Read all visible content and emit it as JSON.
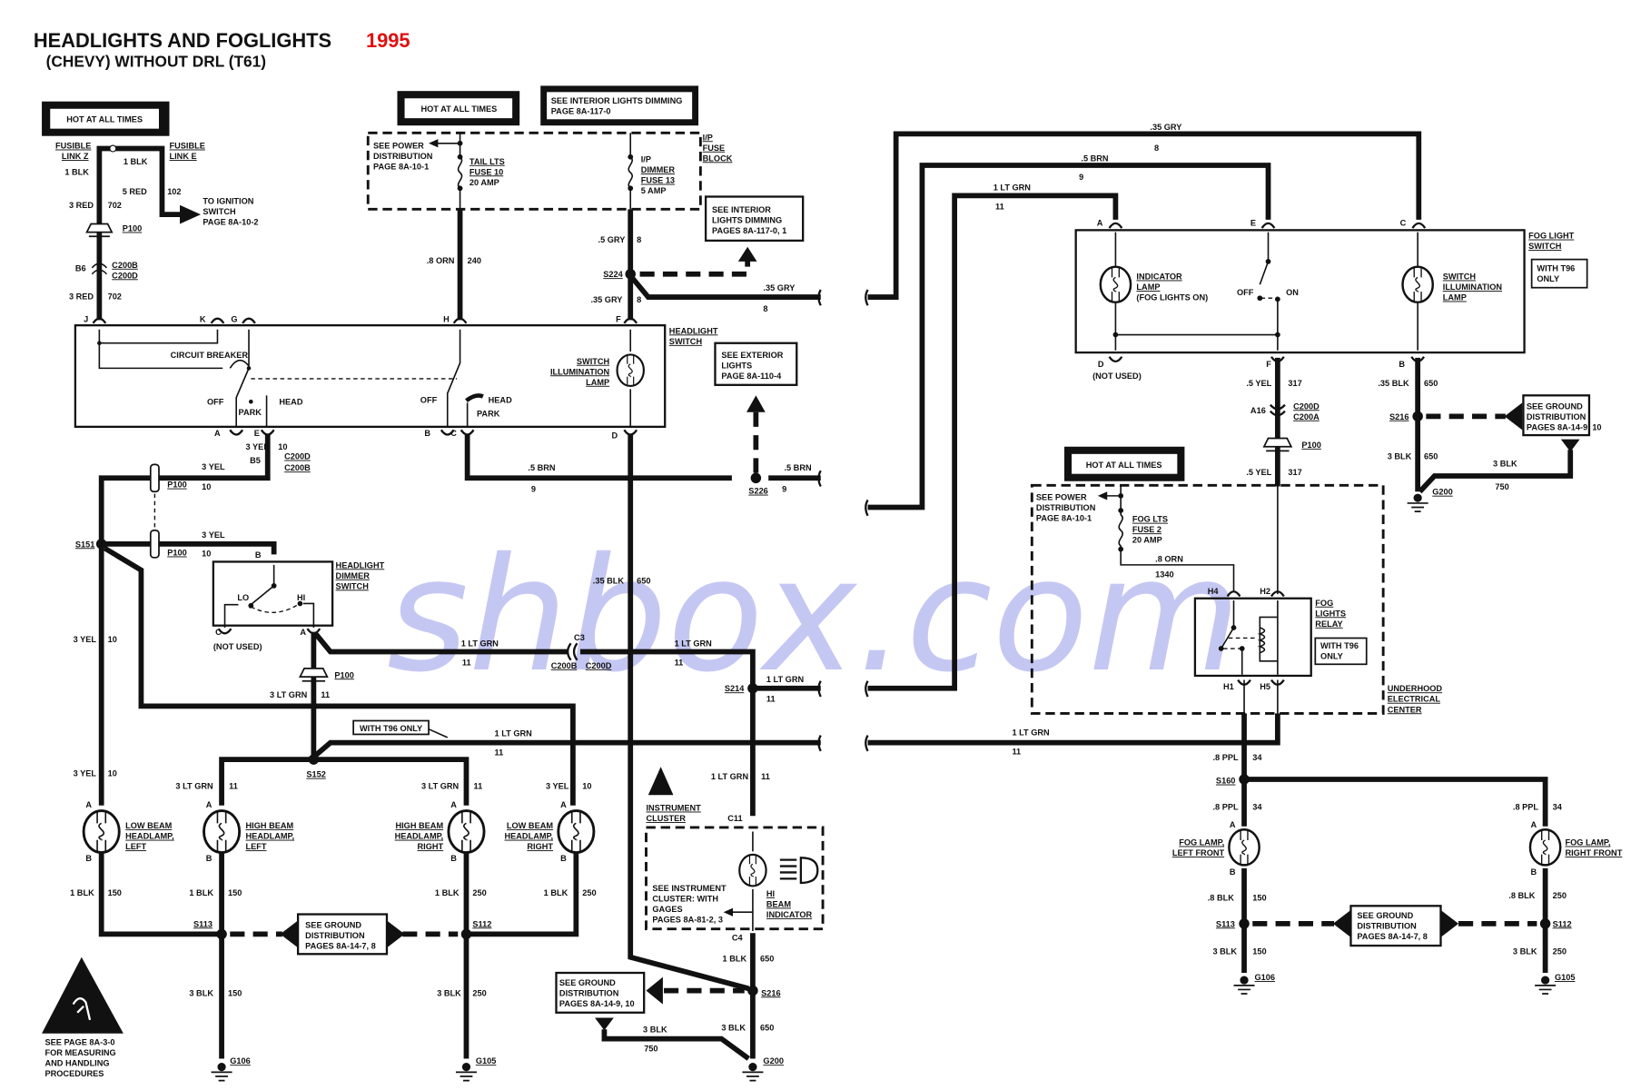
{
  "header": {
    "title": "HEADLIGHTS AND FOGLIGHTS",
    "year": "1995",
    "subtitle": "(CHEVY) WITHOUT DRL (T61)",
    "year_color": "#e01010"
  },
  "notes": {
    "hot": "HOT AT ALL TIMES",
    "int_dim_top": [
      "SEE INTERIOR LIGHTS DIMMING",
      "PAGE 8A-117-0"
    ],
    "int_dim": [
      "SEE INTERIOR",
      "LIGHTS DIMMING",
      "PAGES 8A-117-0, 1"
    ],
    "power_dist": [
      "SEE POWER",
      "DISTRIBUTION",
      "PAGE 8A-10-1"
    ],
    "ext_lights": [
      "SEE EXTERIOR",
      "LIGHTS",
      "PAGE 8A-110-4"
    ],
    "ign": [
      "TO IGNITION",
      "SWITCH",
      "PAGE 8A-10-2"
    ],
    "gnd_7_8": [
      "SEE GROUND",
      "DISTRIBUTION",
      "PAGES 8A-14-7, 8"
    ],
    "gnd_9_10": [
      "SEE GROUND",
      "DISTRIBUTION",
      "PAGES 8A-14-9, 10"
    ],
    "with_t96": "WITH T96 ONLY",
    "with_t96_2": [
      "WITH T96",
      "ONLY"
    ],
    "ic_ref": [
      "SEE INSTRUMENT",
      "CLUSTER: WITH",
      "GAGES",
      "PAGES 8A-81-2, 3"
    ],
    "esd": [
      "SEE PAGE 8A-3-0",
      "FOR MEASURING",
      "AND HANDLING",
      "PROCEDURES"
    ],
    "not_used": "(NOT USED)"
  },
  "components": {
    "fl_z": [
      "FUSIBLE",
      "LINK Z"
    ],
    "fl_e": [
      "FUSIBLE",
      "LINK E"
    ],
    "tail_fuse": [
      "TAIL LTS",
      "FUSE 10",
      "20 AMP"
    ],
    "dim_fuse": [
      "I/P",
      "DIMMER",
      "FUSE 13",
      "5 AMP"
    ],
    "fuse_block": [
      "I/P",
      "FUSE",
      "BLOCK"
    ],
    "hl_switch": [
      "HEADLIGHT",
      "SWITCH"
    ],
    "cb": "CIRCUIT BREAKER",
    "sw_illum": [
      "SWITCH",
      "ILLUMINATION",
      "LAMP"
    ],
    "off": "OFF",
    "park": "PARK",
    "head": "HEAD",
    "on": "ON",
    "lo": "LO",
    "hi": "HI",
    "dimmer": [
      "HEADLIGHT",
      "DIMMER",
      "SWITCH"
    ],
    "lbl": [
      "LOW BEAM",
      "HEADLAMP,",
      "LEFT"
    ],
    "hbl": [
      "HIGH BEAM",
      "HEADLAMP,",
      "LEFT"
    ],
    "hbr": [
      "HIGH BEAM",
      "HEADLAMP,",
      "RIGHT"
    ],
    "lbr": [
      "LOW BEAM",
      "HEADLAMP,",
      "RIGHT"
    ],
    "ic": [
      "INSTRUMENT",
      "CLUSTER"
    ],
    "hbi": [
      "HI",
      "BEAM",
      "INDICATOR"
    ],
    "fog_sw": [
      "FOG LIGHT",
      "SWITCH"
    ],
    "ind": [
      "INDICATOR",
      "LAMP",
      "(FOG LIGHTS ON)"
    ],
    "fog_fuse": [
      "FOG LTS",
      "FUSE 2",
      "20 AMP"
    ],
    "relay": [
      "FOG",
      "LIGHTS",
      "RELAY"
    ],
    "uec": [
      "UNDERHOOD",
      "ELECTRICAL",
      "CENTER"
    ],
    "fl_lf": [
      "FOG LAMP,",
      "LEFT FRONT"
    ],
    "fl_rf": [
      "FOG LAMP,",
      "RIGHT FRONT"
    ]
  },
  "pins": {
    "J": "J",
    "K": "K",
    "G": "G",
    "H": "H",
    "F": "F",
    "A": "A",
    "E": "E",
    "B": "B",
    "C": "C",
    "D": "D",
    "B6": "B6",
    "B5": "B5",
    "A16": "A16",
    "C3": "C3",
    "C4": "C4",
    "C11": "C11",
    "H1": "H1",
    "H2": "H2",
    "H4": "H4",
    "H5": "H5"
  },
  "conn": {
    "P100": "P100",
    "C200B": "C200B",
    "C200D": "C200D",
    "C200A": "C200A",
    "S224": "S224",
    "S226": "S226",
    "S151": "S151",
    "S152": "S152",
    "S214": "S214",
    "S113": "S113",
    "S112": "S112",
    "S216": "S216",
    "S160": "S160",
    "G106": "G106",
    "G105": "G105",
    "G200": "G200"
  },
  "wire": {
    "b1": "1 BLK",
    "r5": "5 RED",
    "c102": "102",
    "r3": "3 RED",
    "c702": "702",
    "orn8": ".8 ORN",
    "c240": "240",
    "gry5": ".5 GRY",
    "gry35": ".35 GRY",
    "c8": "8",
    "brn5": ".5 BRN",
    "c9": "9",
    "yel3": "3 YEL",
    "c10": "10",
    "ltg1": "1 LT GRN",
    "ltg3": "3 LT GRN",
    "c11": "11",
    "blk35": ".35 BLK",
    "c650": "650",
    "blk3": "3 BLK",
    "c150": "150",
    "c250": "250",
    "c750": "750",
    "yel5": ".5 YEL",
    "c317": "317",
    "orn8b": ".8 ORN",
    "c1340": "1340",
    "ppl8": ".8 PPL",
    "c34": "34",
    "blk8": ".8 BLK"
  },
  "watermark": "shbox.com"
}
